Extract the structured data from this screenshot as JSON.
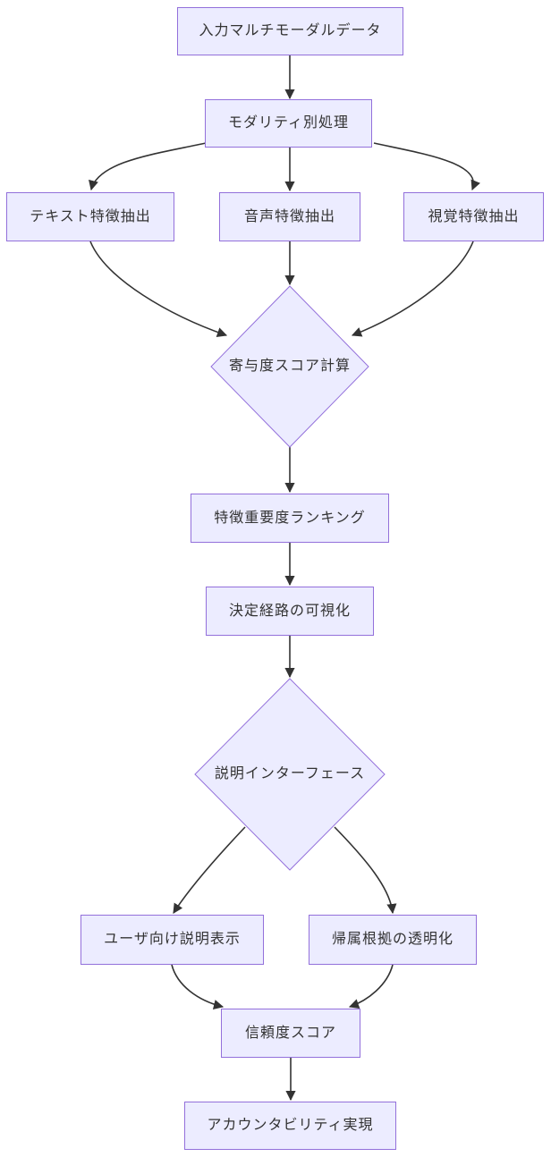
{
  "diagram": {
    "type": "flowchart",
    "direction": "top-down",
    "colors": {
      "node_fill": "#ECECFF",
      "node_border": "#9370DB",
      "edge_stroke": "#333333",
      "text": "#333333",
      "background": "#ffffff"
    },
    "nodes": [
      {
        "id": "input-multimodal-data",
        "label": "入力マルチモーダルデータ",
        "shape": "rect"
      },
      {
        "id": "modality-processing",
        "label": "モダリティ別処理",
        "shape": "rect"
      },
      {
        "id": "text-feature-extraction",
        "label": "テキスト特徴抽出",
        "shape": "rect"
      },
      {
        "id": "audio-feature-extraction",
        "label": "音声特徴抽出",
        "shape": "rect"
      },
      {
        "id": "visual-feature-extraction",
        "label": "視覚特徴抽出",
        "shape": "rect"
      },
      {
        "id": "contribution-score-calc",
        "label": "寄与度スコア計算",
        "shape": "diamond"
      },
      {
        "id": "feature-importance-ranking",
        "label": "特徴重要度ランキング",
        "shape": "rect"
      },
      {
        "id": "decision-path-visualization",
        "label": "決定経路の可視化",
        "shape": "rect"
      },
      {
        "id": "explanation-interface",
        "label": "説明インターフェース",
        "shape": "diamond"
      },
      {
        "id": "user-facing-explanation",
        "label": "ユーザ向け説明表示",
        "shape": "rect"
      },
      {
        "id": "attribution-transparency",
        "label": "帰属根拠の透明化",
        "shape": "rect"
      },
      {
        "id": "trust-score",
        "label": "信頼度スコア",
        "shape": "rect"
      },
      {
        "id": "accountability-realization",
        "label": "アカウンタビリティ実現",
        "shape": "rect"
      }
    ],
    "edges": [
      {
        "from": "input-multimodal-data",
        "to": "modality-processing"
      },
      {
        "from": "modality-processing",
        "to": "text-feature-extraction"
      },
      {
        "from": "modality-processing",
        "to": "audio-feature-extraction"
      },
      {
        "from": "modality-processing",
        "to": "visual-feature-extraction"
      },
      {
        "from": "text-feature-extraction",
        "to": "contribution-score-calc"
      },
      {
        "from": "audio-feature-extraction",
        "to": "contribution-score-calc"
      },
      {
        "from": "visual-feature-extraction",
        "to": "contribution-score-calc"
      },
      {
        "from": "contribution-score-calc",
        "to": "feature-importance-ranking"
      },
      {
        "from": "feature-importance-ranking",
        "to": "decision-path-visualization"
      },
      {
        "from": "decision-path-visualization",
        "to": "explanation-interface"
      },
      {
        "from": "explanation-interface",
        "to": "user-facing-explanation"
      },
      {
        "from": "explanation-interface",
        "to": "attribution-transparency"
      },
      {
        "from": "user-facing-explanation",
        "to": "trust-score"
      },
      {
        "from": "attribution-transparency",
        "to": "trust-score"
      },
      {
        "from": "trust-score",
        "to": "accountability-realization"
      }
    ]
  }
}
